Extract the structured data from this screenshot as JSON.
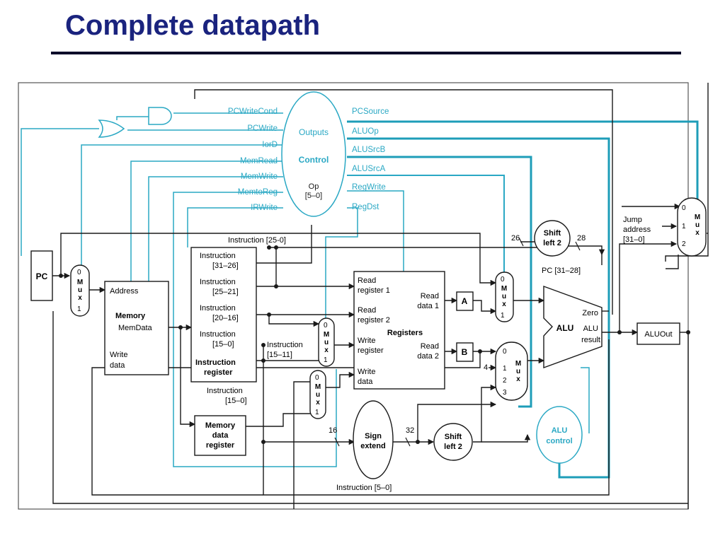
{
  "slide": {
    "title": "Complete datapath"
  },
  "colors": {
    "title": "#1a237e",
    "control": "#2aa8c4",
    "control_heavy": "#1e9db8",
    "wire": "#1a1a1a"
  },
  "control_unit": {
    "outputs": "Outputs",
    "name": "Control",
    "op": "Op",
    "op_bits": "[5–0]"
  },
  "control_signals": {
    "left": [
      "PCWriteCond",
      "PCWrite",
      "IorD",
      "MemRead",
      "MemWrite",
      "MemtoReg",
      "IRWrite"
    ],
    "right": [
      "PCSource",
      "ALUOp",
      "ALUSrcB",
      "ALUSrcA",
      "RegWrite",
      "RegDst"
    ]
  },
  "pc": {
    "label": "PC"
  },
  "mux": {
    "m": "M",
    "u": "u",
    "x": "x",
    "in0": "0",
    "in1": "1",
    "in2": "2",
    "in3": "3"
  },
  "memory": {
    "address": "Address",
    "name": "Memory",
    "memdata": "MemData",
    "write": "Write",
    "data": "data"
  },
  "instruction_register": {
    "f1a": "Instruction",
    "f1b": "[31–26]",
    "f2a": "Instruction",
    "f2b": "[25–21]",
    "f3a": "Instruction",
    "f3b": "[20–16]",
    "f4a": "Instruction",
    "f4b": "[15–0]",
    "name1": "Instruction",
    "name2": "register"
  },
  "labels": {
    "instr_15_0_a": "Instruction",
    "instr_15_0_b": "[15–0]",
    "instr_15_11_a": "Instruction",
    "instr_15_11_b": "[15–11]",
    "instr_25_0": "Instruction [25-0]",
    "instr_5_0": "Instruction [5–0]",
    "pc_31_28": "PC [31–28]",
    "w26": "26",
    "w28": "28",
    "w16": "16",
    "w32": "32",
    "const4": "4"
  },
  "mdr": {
    "l1": "Memory",
    "l2": "data",
    "l3": "register"
  },
  "registers": {
    "rr1a": "Read",
    "rr1b": "register 1",
    "rr2a": "Read",
    "rr2b": "register 2",
    "wra": "Write",
    "wrb": "register",
    "wda": "Write",
    "wdb": "data",
    "rd1a": "Read",
    "rd1b": "data 1",
    "rd2a": "Read",
    "rd2b": "data 2",
    "name": "Registers"
  },
  "reg_a": "A",
  "reg_b": "B",
  "sign_extend": {
    "l1": "Sign",
    "l2": "extend"
  },
  "shift_left_bottom": {
    "l1": "Shift",
    "l2": "left 2"
  },
  "shift_left_top": {
    "l1": "Shift",
    "l2": "left 2"
  },
  "alu": {
    "name": "ALU",
    "zero": "Zero",
    "result1": "ALU",
    "result2": "result"
  },
  "alu_control": {
    "l1": "ALU",
    "l2": "control"
  },
  "aluout": "ALUOut",
  "jump": {
    "l1": "Jump",
    "l2": "address",
    "l3": "[31–0]"
  }
}
